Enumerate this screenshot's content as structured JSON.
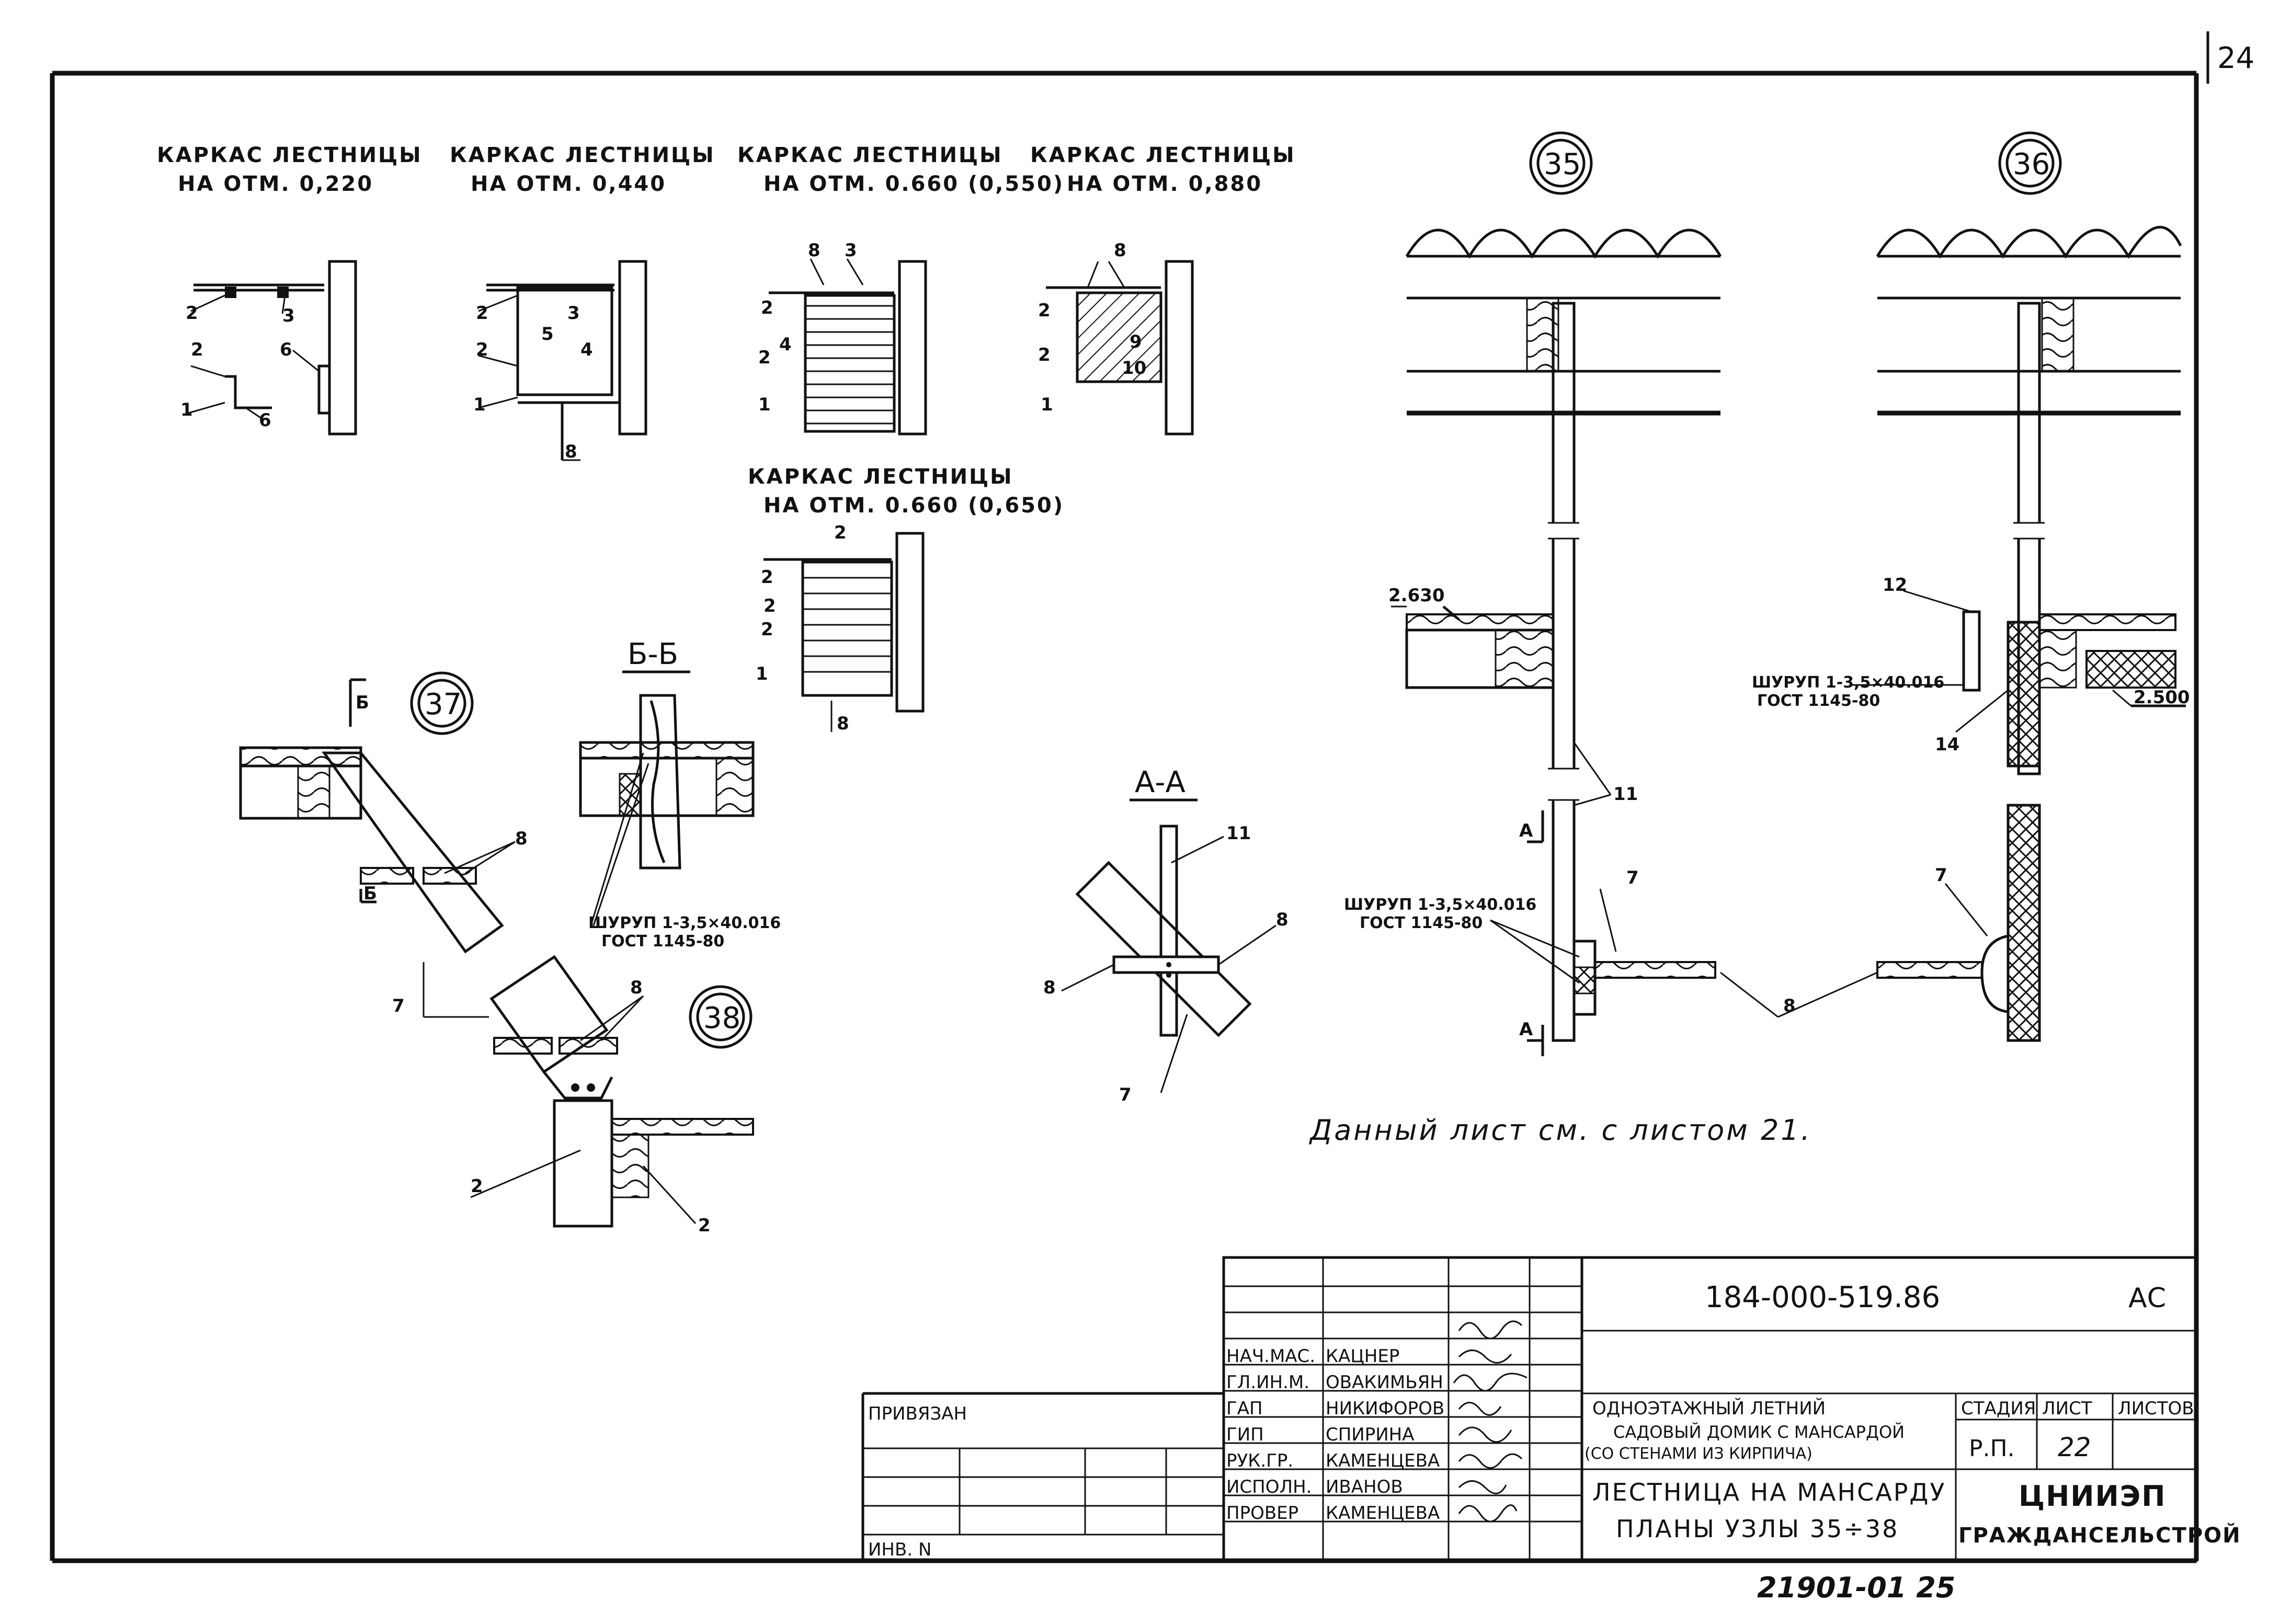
{
  "page_number": "24",
  "frame_captions": [
    {
      "line1": "КАРКАС ЛЕСТНИЦЫ",
      "line2": "НА ОТМ. 0,220"
    },
    {
      "line1": "КАРКАС ЛЕСТНИЦЫ",
      "line2": "НА ОТМ. 0,440"
    },
    {
      "line1": "КАРКАС ЛЕСТНИЦЫ",
      "line2": "НА ОТМ. 0.660 (0,550)"
    },
    {
      "line1": "КАРКАС ЛЕСТНИЦЫ",
      "line2": "НА ОТМ. 0,880"
    },
    {
      "line1": "КАРКАС ЛЕСТНИЦЫ",
      "line2": "НА ОТМ. 0.660 (0,650)"
    }
  ],
  "node_labels": {
    "n35": "35",
    "n36": "36",
    "n37": "37",
    "n38": "38"
  },
  "section_labels": {
    "bb": "Б-Б",
    "aa": "А-А",
    "b": "Б",
    "a": "А"
  },
  "part_numbers": {
    "p1": "1",
    "p2": "2",
    "p3": "3",
    "p4": "4",
    "p5": "5",
    "p6": "6",
    "p7": "7",
    "p8": "8",
    "p9": "9",
    "p10": "10",
    "p11": "11",
    "p12": "12",
    "p14": "14"
  },
  "elevations": {
    "e2630": "2.630",
    "e2500": "2.500"
  },
  "screw_note": {
    "line1": "ШУРУП 1-3,5×40.016",
    "line2": "ГОСТ 1145-80"
  },
  "see_note": "Данный лист см. с листом 21.",
  "title_block": {
    "doc_code": "184-000-519.86",
    "doc_type": "АС",
    "privyazan": "ПРИВЯЗАН",
    "inv": "ИНВ. N",
    "roles": [
      {
        "role": "НАЧ.МАС.",
        "name": "КАЦНЕР"
      },
      {
        "role": "ГЛ.ИН.М.",
        "name": "ОВАКИМЬЯН"
      },
      {
        "role": "ГАП",
        "name": "НИКИФОРОВ"
      },
      {
        "role": "ГИП",
        "name": "СПИРИНА"
      },
      {
        "role": "РУК.ГР.",
        "name": "КАМЕНЦЕВА"
      },
      {
        "role": "ИСПОЛН.",
        "name": "ИВАНОВ"
      },
      {
        "role": "ПРОВЕР",
        "name": "КАМЕНЦЕВА"
      }
    ],
    "project_line1": "ОДНОЭТАЖНЫЙ ЛЕТНИЙ",
    "project_line2": "САДОВЫЙ ДОМИК С МАНСАРДОЙ",
    "project_line3": "(СО СТЕНАМИ ИЗ КИРПИЧА)",
    "sheet_title1": "ЛЕСТНИЦА НА МАНСАРДУ",
    "sheet_title2": "ПЛАНЫ  УЗЛЫ 35÷38",
    "stage_head": "СТАДИЯ",
    "sheet_head": "ЛИСТ",
    "sheets_head": "ЛИСТОВ",
    "stage": "Р.П.",
    "sheet": "22",
    "org1": "ЦНИИЭП",
    "org2": "ГРАЖДАНСЕЛЬСТРОЙ",
    "bottom_code": "21901-01  25"
  }
}
